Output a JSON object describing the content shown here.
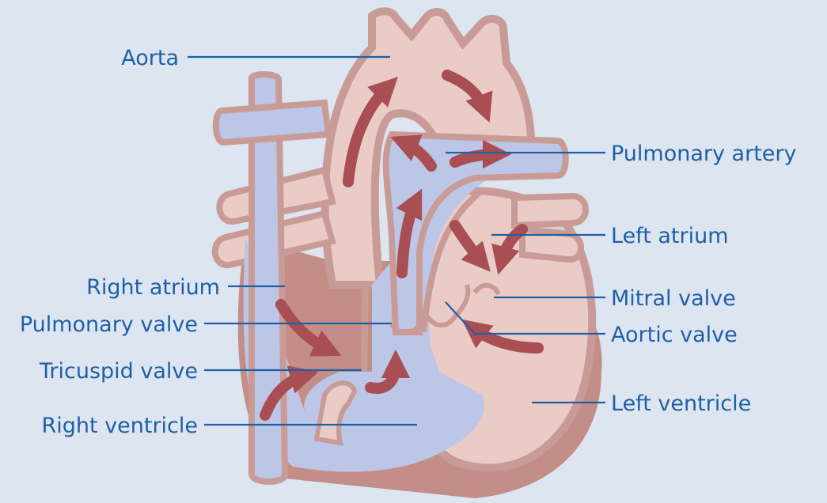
{
  "colors": {
    "background": "#dde6f0",
    "tissue_light": "#ebcbc6",
    "tissue_outline": "#c99b96",
    "tissue_dark": "#c48e88",
    "deoxygenated_blood": "#bcc6e6",
    "arrow": "#a94e52",
    "label_text": "#1f5fa6",
    "leader_line": "#1f5fa6"
  },
  "labels": {
    "aorta": "Aorta",
    "pulmonary_artery": "Pulmonary artery",
    "left_atrium": "Left atrium",
    "right_atrium": "Right atrium",
    "mitral_valve": "Mitral valve",
    "pulmonary_valve": "Pulmonary valve",
    "aortic_valve": "Aortic valve",
    "tricuspid_valve": "Tricuspid valve",
    "left_ventricle": "Left ventricle",
    "right_ventricle": "Right ventricle"
  }
}
